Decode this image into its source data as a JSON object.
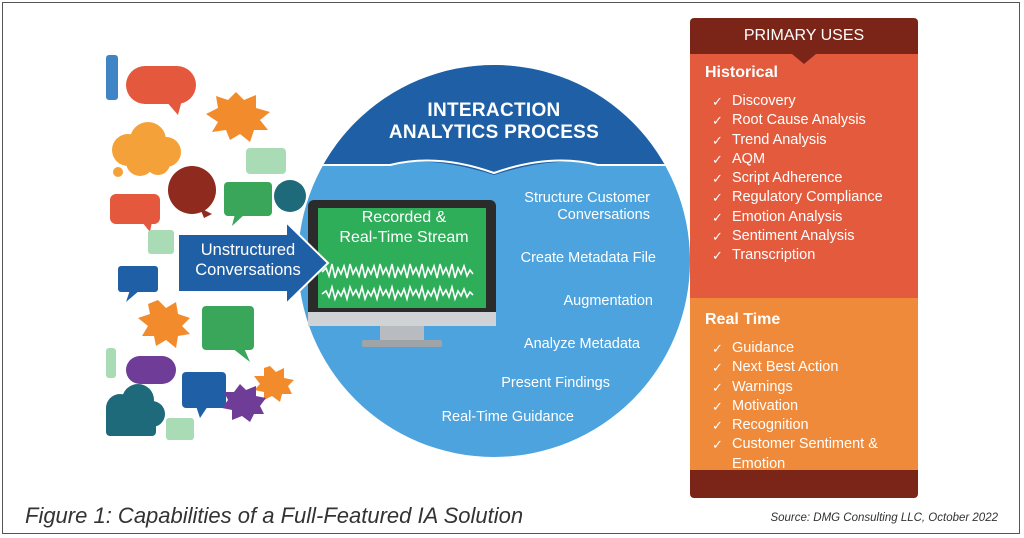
{
  "process": {
    "title_line1": "INTERACTION",
    "title_line2": "ANALYTICS PROCESS",
    "steps": [
      "Structure Customer",
      "Conversations",
      "Create Metadata File",
      "Augmentation",
      "Analyze Metadata",
      "Present Findings",
      "Real-Time Guidance"
    ]
  },
  "monitor": {
    "line1": "Recorded &",
    "line2": "Real-Time Stream"
  },
  "arrow": {
    "line1": "Unstructured",
    "line2": "Conversations"
  },
  "primary_uses": {
    "header": "PRIMARY USES",
    "historical": {
      "title": "Historical",
      "items": [
        "Discovery",
        "Root Cause Analysis",
        "Trend Analysis",
        "AQM",
        "Script Adherence",
        "Regulatory Compliance",
        "Emotion Analysis",
        "Sentiment Analysis",
        "Transcription"
      ]
    },
    "real_time": {
      "title": "Real Time",
      "items": [
        "Guidance",
        "Next Best Action",
        "Warnings",
        "Motivation",
        "Recognition",
        "Customer Sentiment &",
        "Emotion"
      ]
    }
  },
  "caption": "Figure 1: Capabilities of a Full-Featured IA Solution",
  "source": "Source: DMG Consulting LLC, October 2022",
  "colors": {
    "circle_dark": "#1f5fa6",
    "circle_light": "#4ca3de",
    "screen": "#2fae5a",
    "arrow": "#1f5fa6",
    "historical": "#e45a3d",
    "real_time": "#ef8a3b",
    "panel_dark": "#7b2519"
  },
  "check_icon": "check-icon"
}
